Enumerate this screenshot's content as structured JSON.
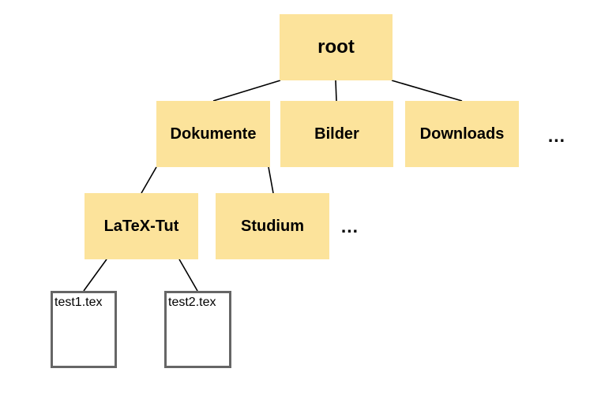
{
  "diagram": {
    "type": "file-system-tree",
    "colors": {
      "folder_fill": "#fce39b",
      "file_fill": "#ffffff",
      "file_border": "#666666",
      "edge": "#000000",
      "text": "#000000",
      "background": "#ffffff"
    }
  },
  "tree": {
    "root": {
      "label": "root"
    },
    "level1": [
      {
        "label": "Dokumente"
      },
      {
        "label": "Bilder"
      },
      {
        "label": "Downloads"
      },
      {
        "label": "..."
      }
    ],
    "level2": [
      {
        "label": "LaTeX-Tut"
      },
      {
        "label": "Studium"
      },
      {
        "label": "..."
      }
    ],
    "level3": [
      {
        "label": "test1.tex"
      },
      {
        "label": "test2.tex"
      }
    ]
  },
  "edges": [
    {
      "from": "root",
      "to": "Dokumente"
    },
    {
      "from": "root",
      "to": "Bilder"
    },
    {
      "from": "root",
      "to": "Downloads"
    },
    {
      "from": "Dokumente",
      "to": "LaTeX-Tut"
    },
    {
      "from": "Dokumente",
      "to": "Studium"
    },
    {
      "from": "LaTeX-Tut",
      "to": "test1.tex"
    },
    {
      "from": "LaTeX-Tut",
      "to": "test2.tex"
    }
  ]
}
